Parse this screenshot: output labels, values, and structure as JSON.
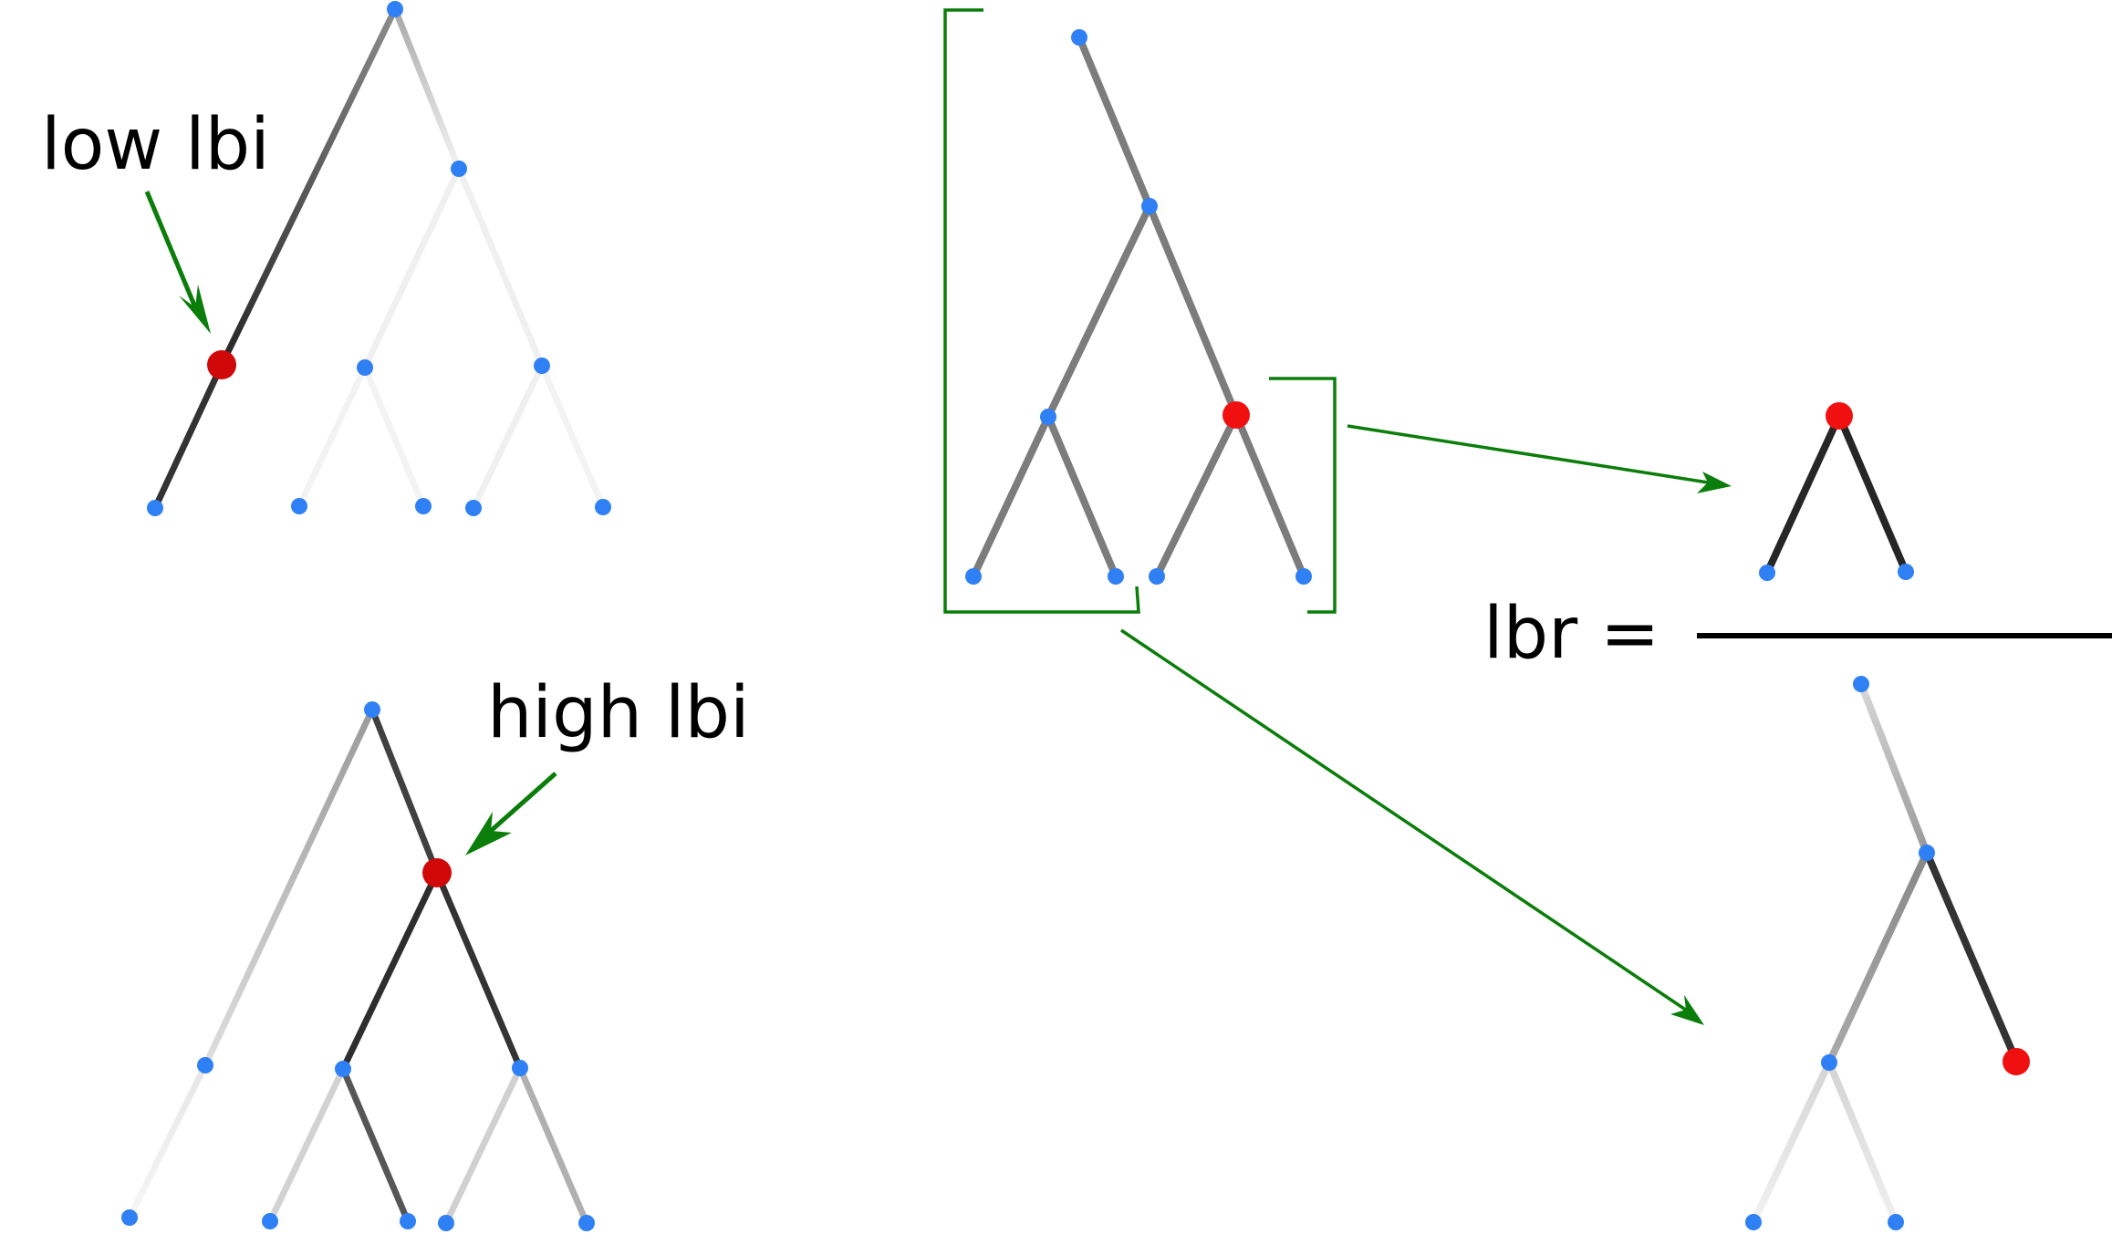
{
  "labels": {
    "low": "low lbi",
    "high": "high lbi",
    "lbr": "lbr ="
  },
  "colors": {
    "node": "#2f80f5",
    "highlight_node": "#e01010",
    "arrow": "#0a7d0a",
    "bracket": "#0a7d0a",
    "text": "#000000"
  }
}
